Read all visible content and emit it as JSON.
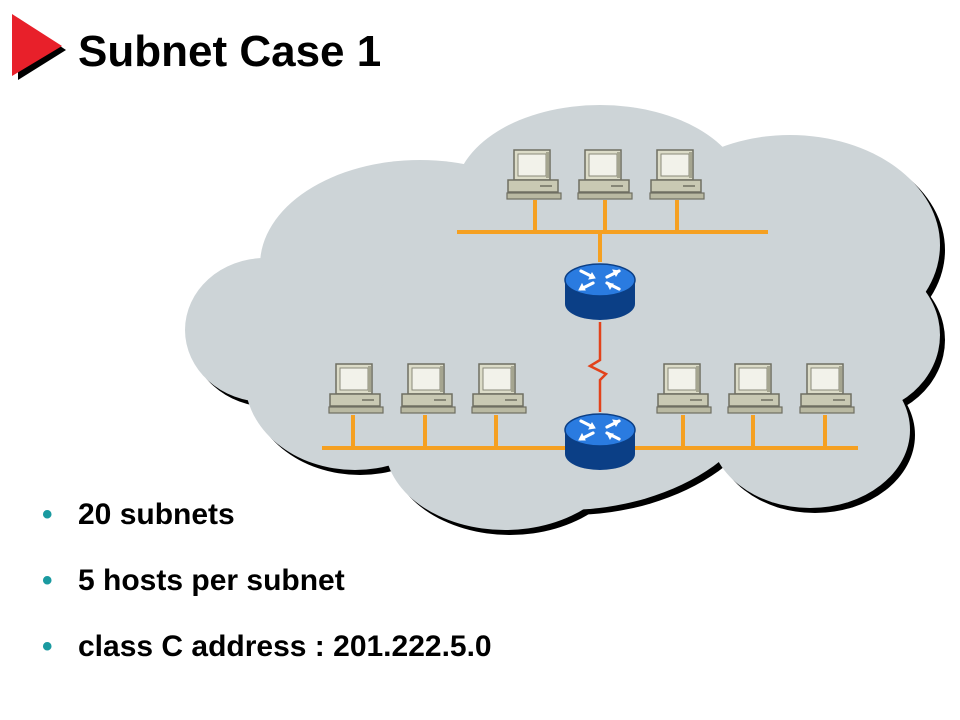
{
  "slide": {
    "title": "Subnet Case 1",
    "marker_icon": "red-triangle-icon"
  },
  "colors": {
    "accent_red": "#e8202a",
    "cloud_fill": "#cdd4d7",
    "ethernet": "#f5a021",
    "serial_link": "#e2421b",
    "router": "#1e6fd0",
    "bullet": "#1a9aa0"
  },
  "diagram": {
    "top_lan_hosts": 3,
    "bottom_left_lan_hosts": 3,
    "bottom_right_lan_hosts": 3,
    "routers": 2,
    "icons": [
      "cloud-icon",
      "workstation-icon",
      "router-icon",
      "serial-link-icon"
    ]
  },
  "bullets": [
    "20 subnets",
    "5 hosts per subnet",
    "class C address : 201.222.5.0"
  ]
}
